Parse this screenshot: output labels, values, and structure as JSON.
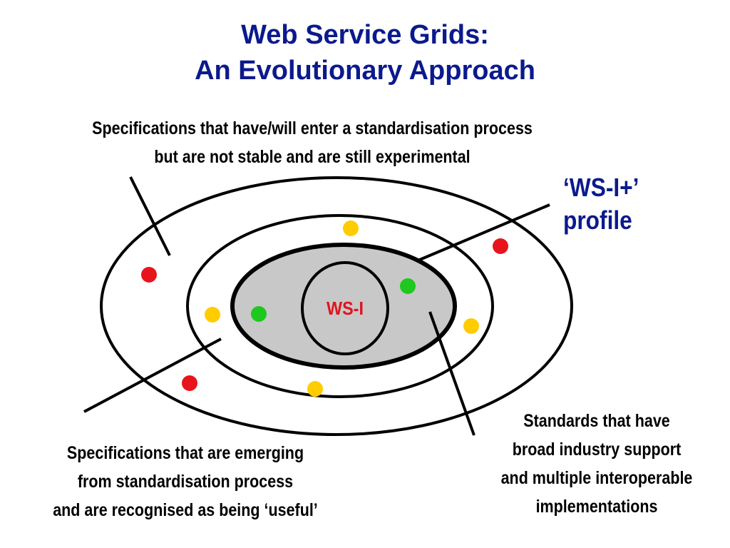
{
  "title": {
    "line1": "Web Service Grids:",
    "line2": "An Evolutionary Approach"
  },
  "core_label": "WS-I",
  "profile_label": {
    "line1": "‘WS-I+’",
    "line2": "profile"
  },
  "captions": {
    "experimental": {
      "line1": "Specifications that have/will enter a standardisation process",
      "line2": "but are not stable and are still experimental"
    },
    "emerging": {
      "line1": "Specifications that are emerging",
      "line2": "from standardisation process",
      "line3": "and are recognised as being ‘useful’"
    },
    "standards": {
      "line1": "Standards that have",
      "line2": "broad industry support",
      "line3": "and multiple interoperable",
      "line4": "implementations"
    }
  },
  "colors": {
    "title": "#0b1a8c",
    "core_label": "#e0141e",
    "core_fill": "#c8c8c8",
    "dot_red": "#e8141c",
    "dot_yellow": "#ffcc00",
    "dot_green": "#1ec81e"
  }
}
